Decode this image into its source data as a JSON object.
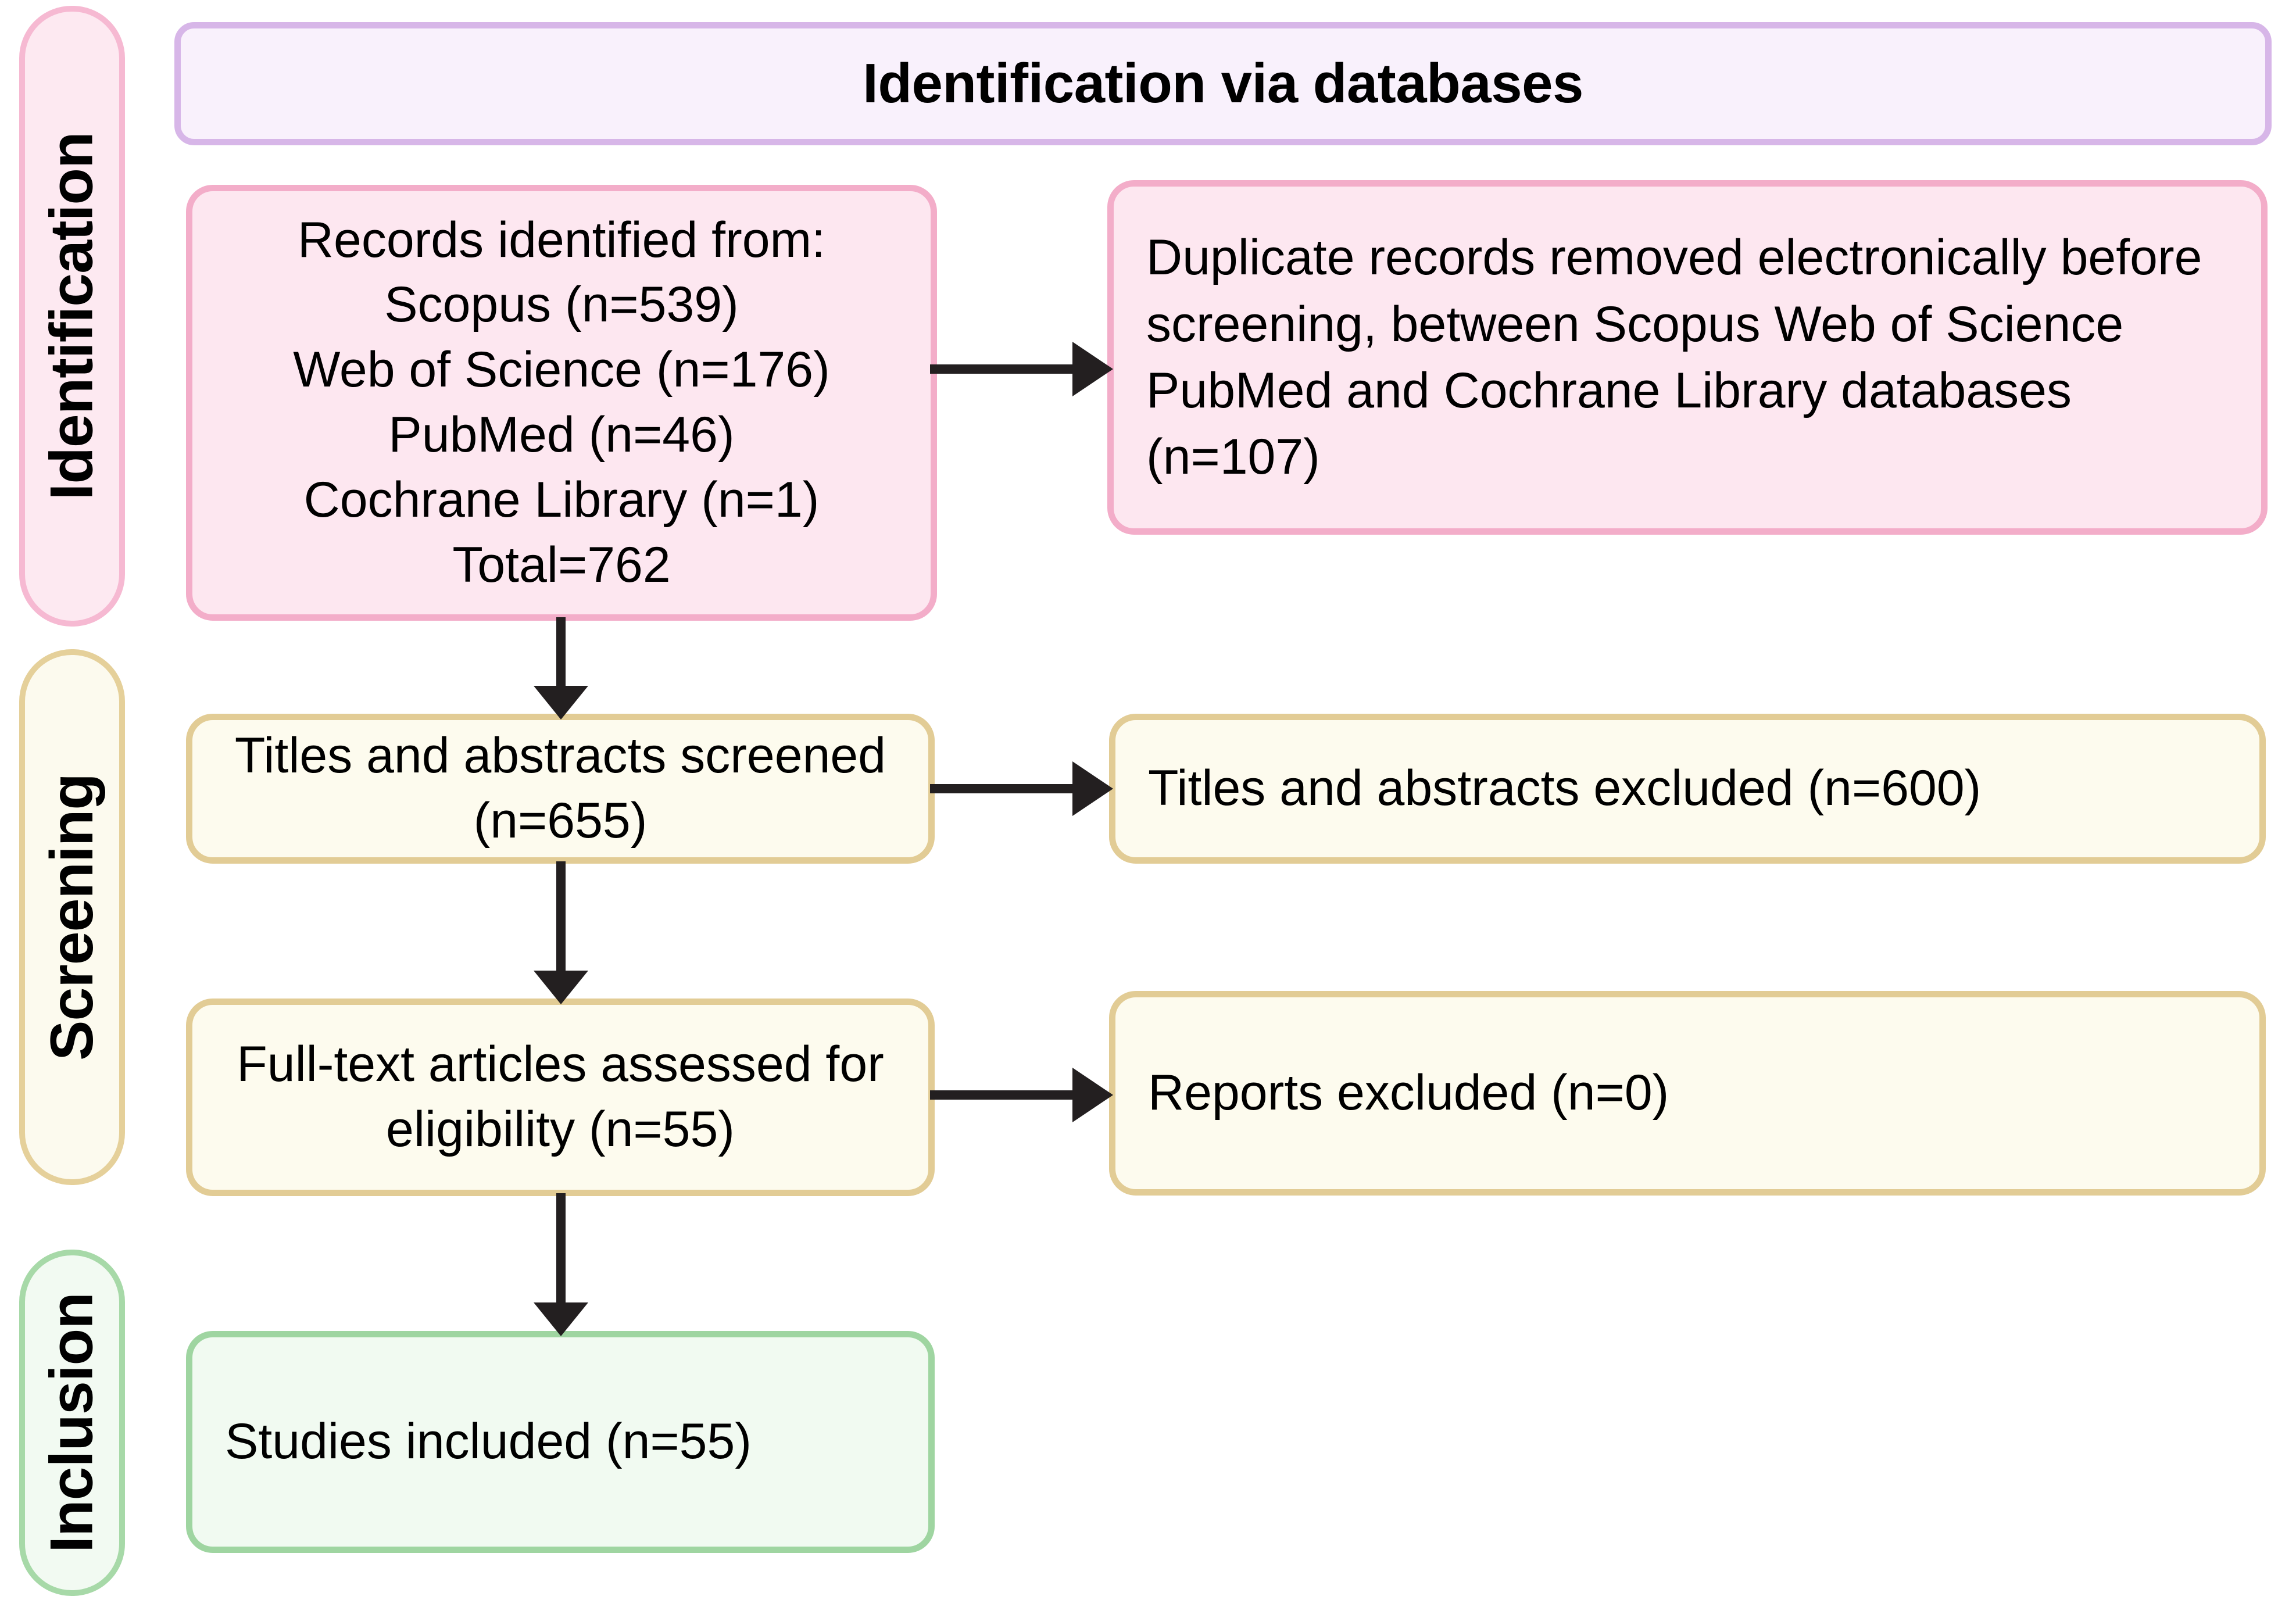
{
  "phases": [
    {
      "key": "identification",
      "label": "Identification",
      "color": "#F6B9D2",
      "fill": "#FDE9F1"
    },
    {
      "key": "screening",
      "label": "Screening",
      "color": "#E5D09A",
      "fill": "#FCFAEE"
    },
    {
      "key": "inclusion",
      "label": "Inclusion",
      "color": "#A7D9A8",
      "fill": "#F2FAF2"
    }
  ],
  "header": {
    "title": "Identification via databases",
    "border": "#D7B6E8",
    "fill": "#F9F1FC"
  },
  "boxes": {
    "records": {
      "text": "Records identified from:\nScopus (n=539)\nWeb of Science (n=176)\nPubMed (n=46)\nCochrane Library (n=1)\nTotal=762",
      "border": "#F3ADC9",
      "fill": "#FDE7F0"
    },
    "duplicates": {
      "text": "Duplicate records removed electronically before screening, between Scopus Web of Science PubMed  and Cochrane Library databases (n=107)",
      "border": "#F3ADC9",
      "fill": "#FDE7F0"
    },
    "screened": {
      "text": "Titles and  abstracts screened (n=655)",
      "border": "#E2CC95",
      "fill": "#FDFBEE"
    },
    "excluded_titles": {
      "text": "Titles and  abstracts excluded  (n=600)",
      "border": "#E2CC95",
      "fill": "#FDFBEE"
    },
    "fulltext": {
      "text": "Full-text articles assessed for eligibility (n=55)",
      "border": "#E2CC95",
      "fill": "#FDFBEE"
    },
    "excluded_reports": {
      "text": "Reports excluded (n=0)",
      "border": "#E2CC95",
      "fill": "#FDFBEE"
    },
    "included": {
      "text": "Studies included (n=55)",
      "border": "#9FD5A1",
      "fill": "#F1FAF1"
    }
  },
  "connectors": {
    "arrow_color": "#231F20",
    "items": [
      {
        "name": "records-to-duplicates",
        "direction": "right"
      },
      {
        "name": "records-to-screened",
        "direction": "down"
      },
      {
        "name": "screened-to-excluded-titles",
        "direction": "right"
      },
      {
        "name": "screened-to-fulltext",
        "direction": "down"
      },
      {
        "name": "fulltext-to-excluded-reports",
        "direction": "right"
      },
      {
        "name": "fulltext-to-included",
        "direction": "down"
      }
    ]
  },
  "chart_data": {
    "type": "flowchart",
    "title": "PRISMA flow diagram",
    "nodes": [
      {
        "id": "records",
        "stage": "Identification",
        "label": "Records identified from: Scopus (n=539) Web of Science (n=176) PubMed (n=46) Cochrane Library (n=1) Total=762",
        "n": 762
      },
      {
        "id": "duplicates",
        "stage": "Identification",
        "label": "Duplicate records removed electronically before screening, between Scopus Web of Science PubMed  and Cochrane Library databases (n=107)",
        "n": 107
      },
      {
        "id": "screened",
        "stage": "Screening",
        "label": "Titles and  abstracts screened (n=655)",
        "n": 655
      },
      {
        "id": "excluded_titles",
        "stage": "Screening",
        "label": "Titles and  abstracts excluded  (n=600)",
        "n": 600
      },
      {
        "id": "fulltext",
        "stage": "Screening",
        "label": "Full-text articles assessed for eligibility (n=55)",
        "n": 55
      },
      {
        "id": "excluded_reports",
        "stage": "Screening",
        "label": "Reports excluded (n=0)",
        "n": 0
      },
      {
        "id": "included",
        "stage": "Inclusion",
        "label": "Studies included (n=55)",
        "n": 55
      }
    ],
    "edges": [
      {
        "from": "records",
        "to": "duplicates"
      },
      {
        "from": "records",
        "to": "screened"
      },
      {
        "from": "screened",
        "to": "excluded_titles"
      },
      {
        "from": "screened",
        "to": "fulltext"
      },
      {
        "from": "fulltext",
        "to": "excluded_reports"
      },
      {
        "from": "fulltext",
        "to": "included"
      }
    ]
  }
}
